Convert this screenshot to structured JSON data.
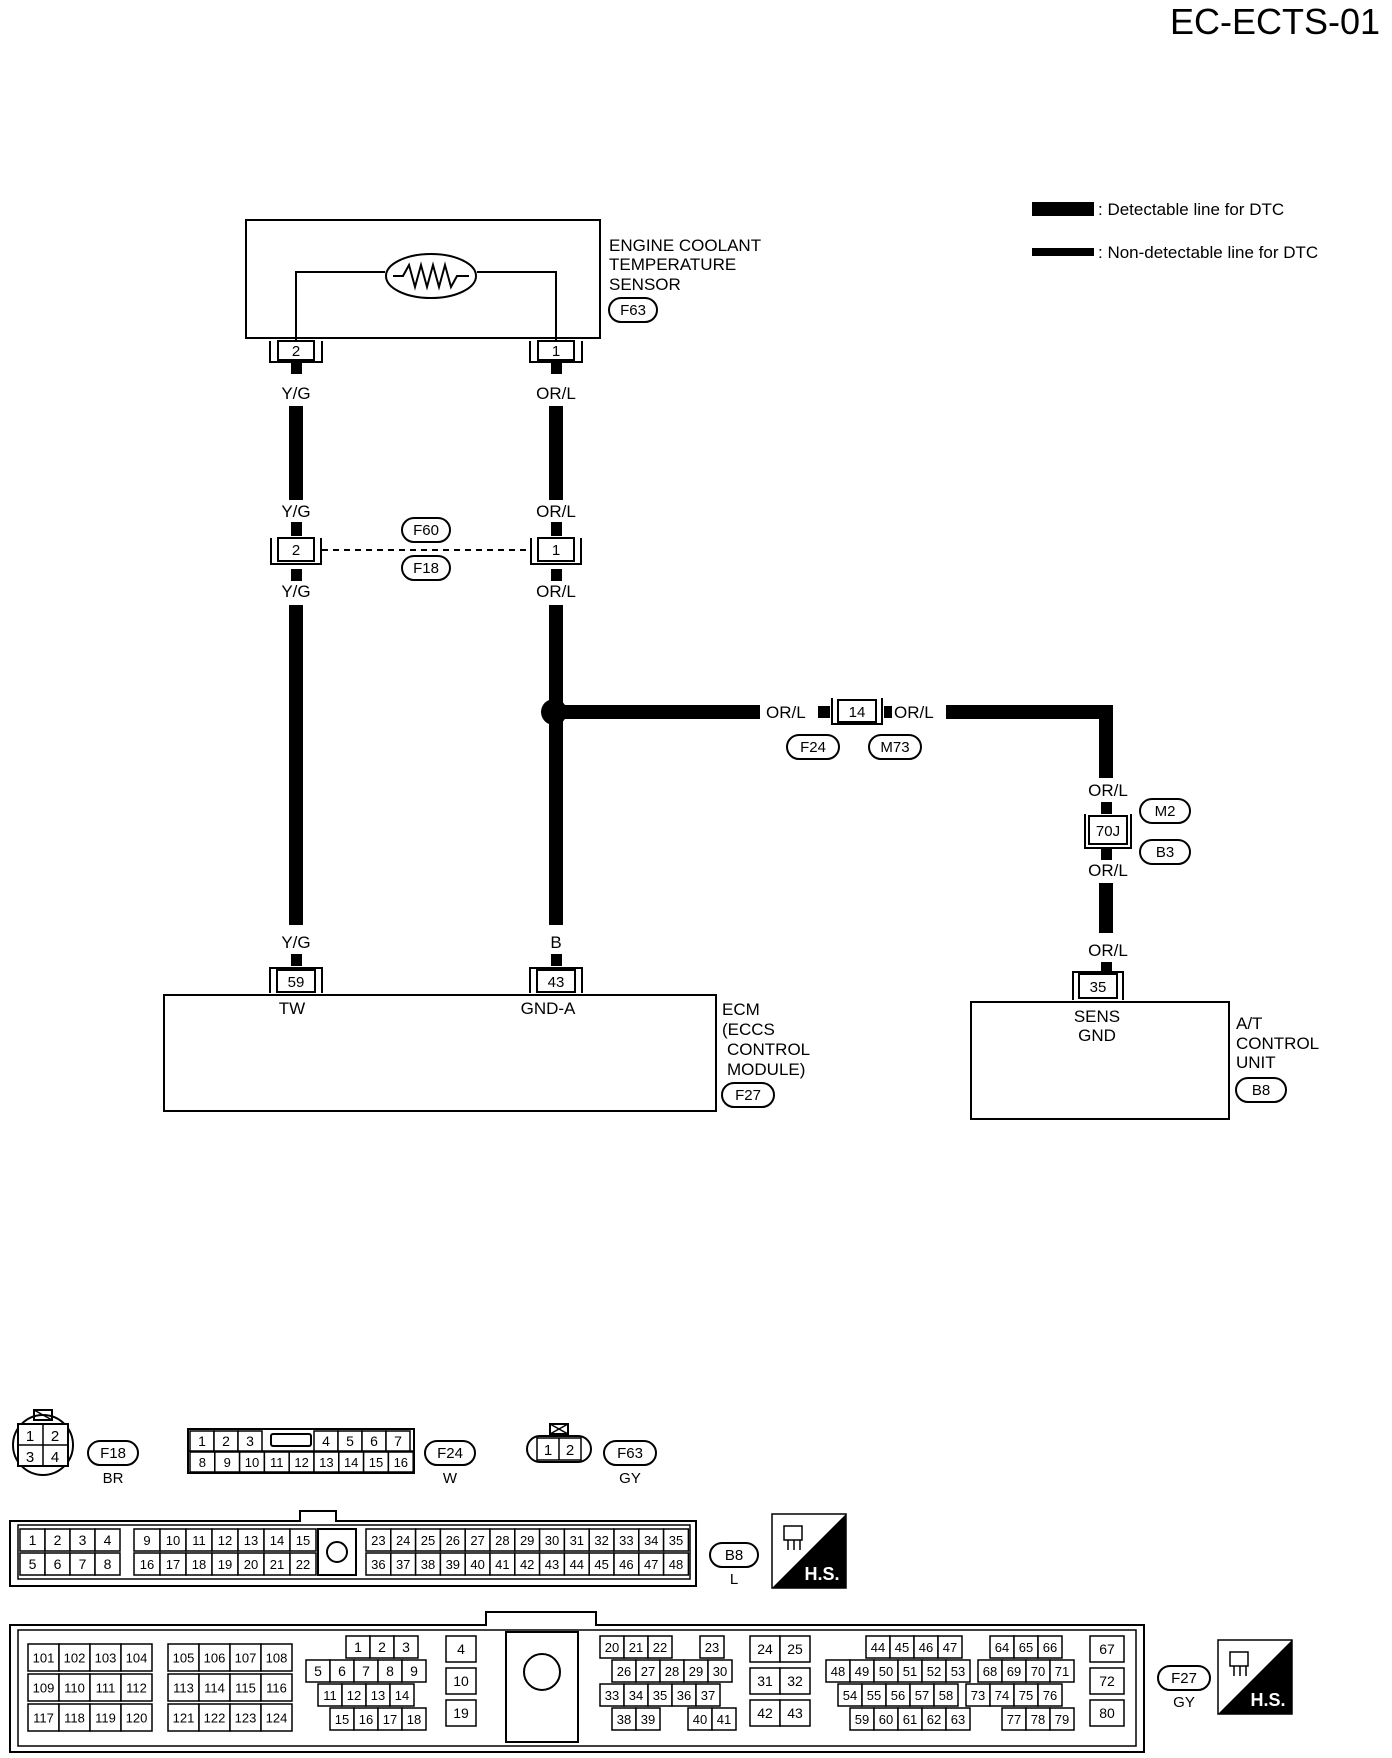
{
  "title": "EC-ECTS-01",
  "legend": {
    "detectable": ": Detectable line for DTC",
    "non_detectable": ": Non-detectable line for DTC"
  },
  "sensor": {
    "name_lines": [
      "ENGINE COOLANT",
      "TEMPERATURE",
      "SENSOR"
    ],
    "connector": "F63",
    "pin_left": "2",
    "pin_right": "1"
  },
  "wires": {
    "yg": "Y/G",
    "orl": "OR/L",
    "b": "B"
  },
  "joint_connector": {
    "pin_left": "2",
    "pin_right": "1",
    "tag_top": "F60",
    "tag_bottom": "F18"
  },
  "inline_connector": {
    "pin": "14",
    "tag_left": "F24",
    "tag_right": "M73"
  },
  "inline_connector_2": {
    "pin": "70J",
    "tag_top": "M2",
    "tag_bottom": "B3"
  },
  "ecm": {
    "name_lines": [
      "ECM",
      "(ECCS",
      "CONTROL",
      "MODULE)"
    ],
    "connector": "F27",
    "pin_tw": "59",
    "label_tw": "TW",
    "pin_gnd": "43",
    "label_gnd": "GND-A"
  },
  "atcu": {
    "name_lines": [
      "A/T",
      "CONTROL",
      "UNIT"
    ],
    "connector": "B8",
    "pin": "35",
    "label_lines": [
      "SENS",
      "GND"
    ]
  },
  "connectors": {
    "f18": {
      "tag": "F18",
      "color": "BR",
      "pins": [
        "1",
        "2",
        "3",
        "4"
      ]
    },
    "f24": {
      "tag": "F24",
      "color": "W",
      "top": [
        "1",
        "2",
        "3",
        "4",
        "5",
        "6",
        "7"
      ],
      "bottom": [
        "8",
        "9",
        "10",
        "11",
        "12",
        "13",
        "14",
        "15",
        "16"
      ]
    },
    "f63": {
      "tag": "F63",
      "color": "GY",
      "pins": [
        "1",
        "2"
      ]
    },
    "b8": {
      "tag": "B8",
      "color": "L",
      "hs": "H.S.",
      "top": [
        "1",
        "2",
        "3",
        "4",
        "9",
        "10",
        "11",
        "12",
        "13",
        "14",
        "15",
        "23",
        "24",
        "25",
        "26",
        "27",
        "28",
        "29",
        "30",
        "31",
        "32",
        "33",
        "34",
        "35"
      ],
      "bottom": [
        "5",
        "6",
        "7",
        "8",
        "16",
        "17",
        "18",
        "19",
        "20",
        "21",
        "22",
        "36",
        "37",
        "38",
        "39",
        "40",
        "41",
        "42",
        "43",
        "44",
        "45",
        "46",
        "47",
        "48"
      ]
    },
    "f27": {
      "tag": "F27",
      "color": "GY",
      "hs": "H.S.",
      "g1": [
        [
          "101",
          "102",
          "103",
          "104"
        ],
        [
          "109",
          "110",
          "111",
          "112"
        ],
        [
          "117",
          "118",
          "119",
          "120"
        ]
      ],
      "g2": [
        [
          "105",
          "106",
          "107",
          "108"
        ],
        [
          "113",
          "114",
          "115",
          "116"
        ],
        [
          "121",
          "122",
          "123",
          "124"
        ]
      ],
      "g3": [
        [
          "1",
          "2",
          "3"
        ],
        [
          "5",
          "6",
          "7",
          "8",
          "9"
        ],
        [
          "11",
          "12",
          "13",
          "14"
        ],
        [
          "15",
          "16",
          "17",
          "18"
        ]
      ],
      "g4": [
        "4",
        "10",
        "19"
      ],
      "g5": [
        [
          "20",
          "21",
          "22",
          "23"
        ],
        [
          "26",
          "27",
          "28",
          "29",
          "30"
        ],
        [
          "33",
          "34",
          "35",
          "36",
          "37"
        ],
        [
          "38",
          "39",
          "40",
          "41"
        ]
      ],
      "g6": [
        [
          "24",
          "25"
        ],
        [
          "31",
          "32"
        ],
        [
          "42",
          "43"
        ]
      ],
      "g7": [
        [
          "44",
          "45",
          "46",
          "47"
        ],
        [
          "48",
          "49",
          "50",
          "51",
          "52",
          "53"
        ],
        [
          "54",
          "55",
          "56",
          "57",
          "58"
        ],
        [
          "59",
          "60",
          "61",
          "62",
          "63"
        ]
      ],
      "g8": [
        [
          "64",
          "65",
          "66"
        ],
        [
          "68",
          "69",
          "70",
          "71"
        ],
        [
          "73",
          "74",
          "75",
          "76"
        ],
        [
          "77",
          "78",
          "79"
        ]
      ],
      "g9": [
        "67",
        "72",
        "80"
      ]
    }
  }
}
